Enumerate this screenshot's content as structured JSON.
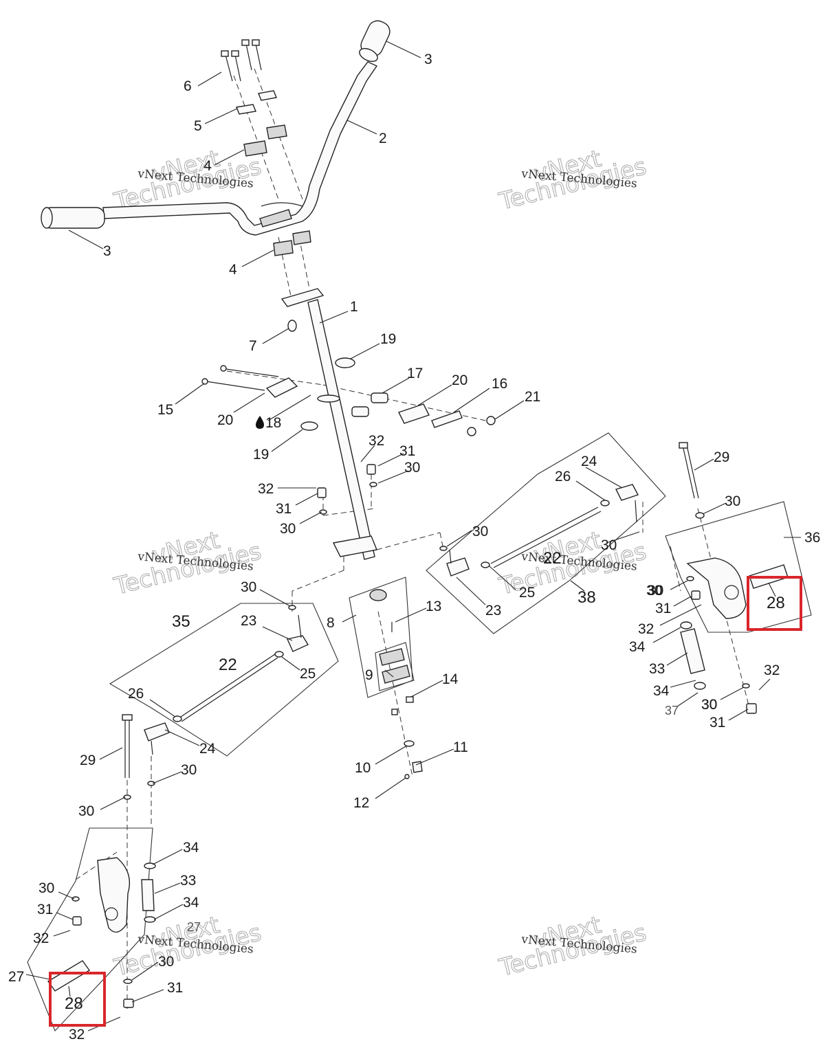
{
  "labels": {
    "l1": "1",
    "l2": "2",
    "l3a": "3",
    "l3b": "3",
    "l4a": "4",
    "l4b": "4",
    "l5": "5",
    "l6": "6",
    "l7": "7",
    "l8": "8",
    "l9": "9",
    "l10": "10",
    "l11": "11",
    "l12": "12",
    "l13": "13",
    "l14": "14",
    "l15": "15",
    "l16": "16",
    "l17": "17",
    "l18": "18",
    "l19a": "19",
    "l19b": "19",
    "l20a": "20",
    "l20b": "20",
    "l21": "21",
    "l22a": "22",
    "l22b": "22",
    "l23a": "23",
    "l23b": "23",
    "l24a": "24",
    "l24b": "24",
    "l25a": "25",
    "l25b": "25",
    "l26a": "26",
    "l26b": "26",
    "l27a": "27",
    "l27b": "27",
    "l28a": "28",
    "l28b": "28",
    "l29a": "29",
    "l29b": "29",
    "l30a": "30",
    "l30b": "30",
    "l30c": "30",
    "l30d": "30",
    "l30e": "30",
    "l30f": "30",
    "l30g": "30",
    "l30h": "30",
    "l30i": "30",
    "l30j": "30",
    "l30k": "30",
    "l30l": "30",
    "l30m": "30",
    "l30n": "30",
    "l31a": "31",
    "l31b": "31",
    "l31c": "31",
    "l31d": "31",
    "l31e": "31",
    "l31f": "31",
    "l32a": "32",
    "l32b": "32",
    "l32c": "32",
    "l32d": "32",
    "l32e": "32",
    "l32f": "32",
    "l33a": "33",
    "l33b": "33",
    "l34a": "34",
    "l34b": "34",
    "l34c": "34",
    "l34d": "34",
    "l35": "35",
    "l36": "36",
    "l37": "37",
    "l38": "38"
  },
  "watermark": {
    "brand_line": "vNext Technologies",
    "brand_big_1": "vNext",
    "brand_big_2": "Technologies"
  },
  "colors": {
    "highlight": "#d9262b",
    "ink": "#222222"
  }
}
